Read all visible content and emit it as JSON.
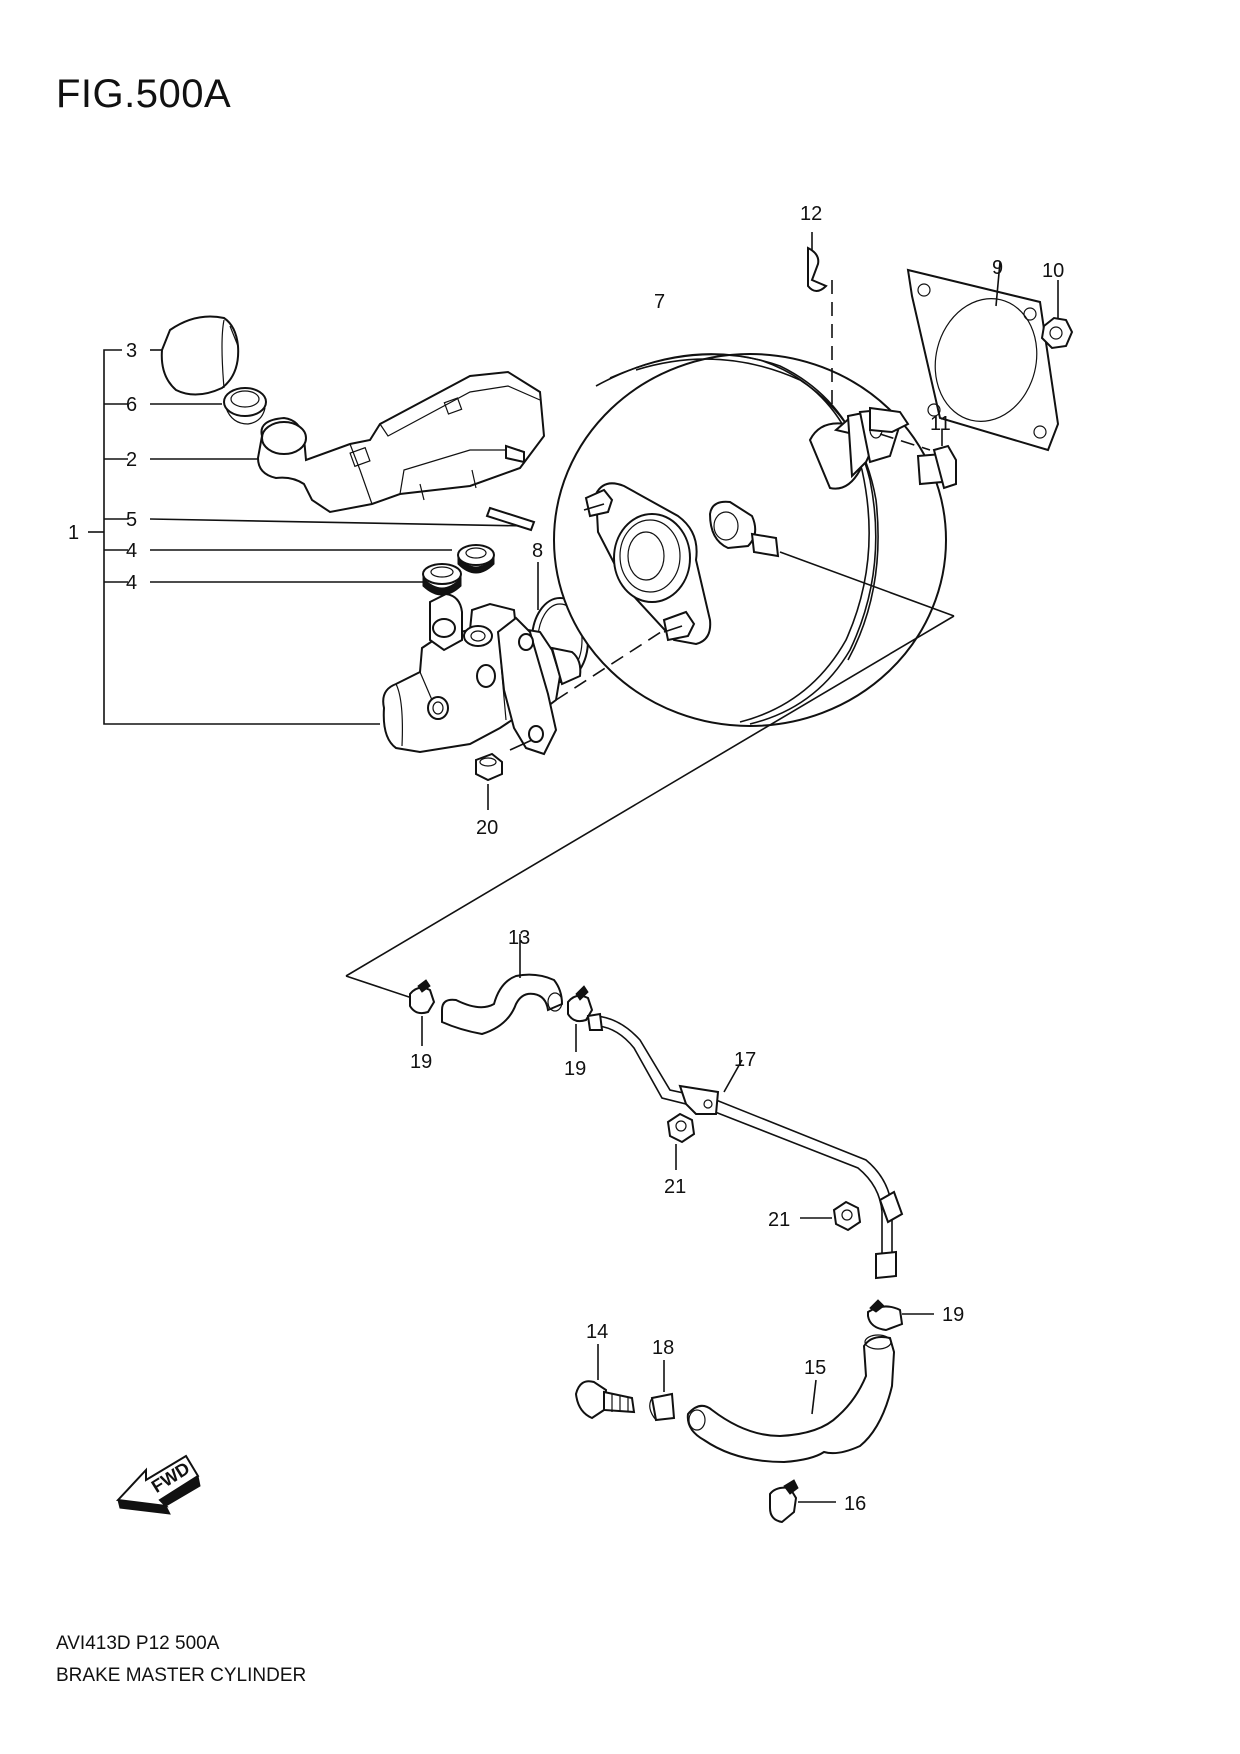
{
  "figure": {
    "title": "FIG.500A",
    "code": "AVI413D P12 500A",
    "name": "BRAKE MASTER CYLINDER"
  },
  "callouts": {
    "c1": "1",
    "c2": "2",
    "c3": "3",
    "c4a": "4",
    "c4b": "4",
    "c5": "5",
    "c6": "6",
    "c7": "7",
    "c8": "8",
    "c9": "9",
    "c10": "10",
    "c11": "11",
    "c12": "12",
    "c13": "13",
    "c14": "14",
    "c15": "15",
    "c16": "16",
    "c17": "17",
    "c18": "18",
    "c19a": "19",
    "c19b": "19",
    "c19c": "19",
    "c20": "20",
    "c21a": "21",
    "c21b": "21"
  },
  "fwd_label": "FWD",
  "icons": [
    "fwd-arrow-icon"
  ]
}
